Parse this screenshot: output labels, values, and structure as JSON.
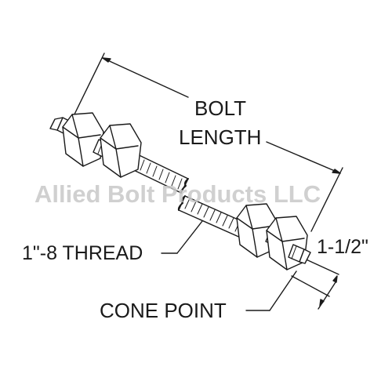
{
  "labels": {
    "bolt_length_1": "BOLT",
    "bolt_length_2": "LENGTH",
    "thread": "1\"-8 THREAD",
    "point_length": "1-1/2\"",
    "cone_point": "CONE POINT"
  },
  "watermark": "Allied Bolt Products LLC",
  "colors": {
    "line": "#1a1a1a",
    "watermark": "#c8c8c8",
    "background": "#ffffff"
  }
}
